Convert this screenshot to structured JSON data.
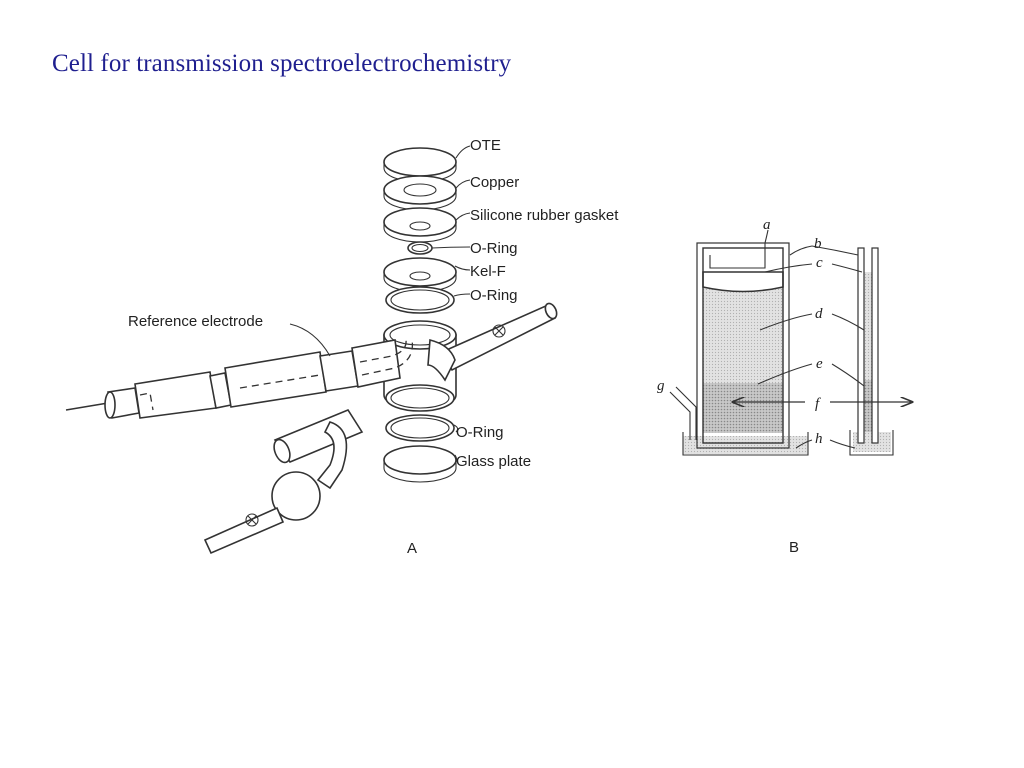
{
  "slide": {
    "title": "Cell for transmission spectroelectrochemistry"
  },
  "figure_a": {
    "caption": "A",
    "labels": {
      "ote": "OTE",
      "copper": "Copper",
      "gasket": "Silicone rubber gasket",
      "oring1": "O-Ring",
      "kelf": "Kel-F",
      "oring2": "O-Ring",
      "oring3": "O-Ring",
      "glass": "Glass plate",
      "reference": "Reference electrode"
    }
  },
  "figure_b": {
    "caption": "B",
    "labels": {
      "a": "a",
      "b": "b",
      "c": "c",
      "d": "d",
      "e": "e",
      "f": "f",
      "g": "g",
      "h": "h"
    }
  },
  "colors": {
    "title": "#1f1f8f",
    "ink": "#333333",
    "shade": "#d9d9d9",
    "shade_dark": "#c0c0c0"
  }
}
